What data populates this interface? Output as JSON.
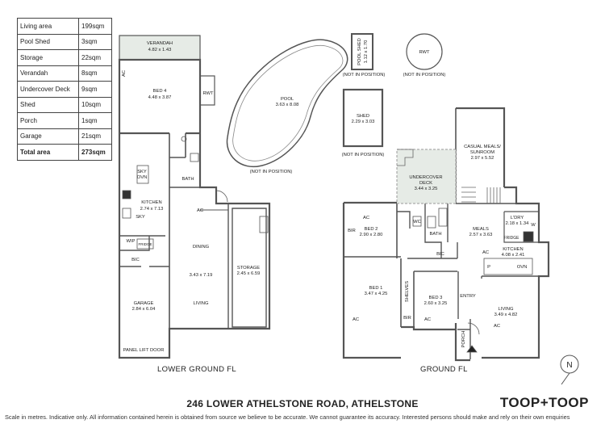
{
  "areas": [
    {
      "name": "Living area",
      "value": "199sqm"
    },
    {
      "name": "Pool Shed",
      "value": "3sqm"
    },
    {
      "name": "Storage",
      "value": "22sqm"
    },
    {
      "name": "Verandah",
      "value": "8sqm"
    },
    {
      "name": "Undercover Deck",
      "value": "9sqm"
    },
    {
      "name": "Shed",
      "value": "10sqm"
    },
    {
      "name": "Porch",
      "value": "1sqm"
    },
    {
      "name": "Garage",
      "value": "21sqm"
    }
  ],
  "total": {
    "name": "Total area",
    "value": "273sqm"
  },
  "rooms": {
    "verandah": {
      "name": "VERANDAH",
      "dim": "4.82 x 1.43"
    },
    "bed4": {
      "name": "BED 4",
      "dim": "4.48 x 3.87"
    },
    "rwt": "RWT",
    "bath": "BATH",
    "kitchen_lower": {
      "name": "KITCHEN",
      "dim": "2.74 x 7.13"
    },
    "dining": "DINING",
    "dining_living_dim": "3.43 x 7.19",
    "living_lower": "LIVING",
    "storage": {
      "name": "STORAGE",
      "dim": "2.45 x 6.59"
    },
    "garage": {
      "name": "GARAGE",
      "dim": "2.84 x 6.04"
    },
    "wip": "WIP",
    "fridge": "FRIDGE",
    "bic": "BIC",
    "ac": "AC",
    "sky": "SKY",
    "ovn": "OVN",
    "shelves": "SHELVES",
    "panel_lift_door": "PANEL LIFT DOOR",
    "pool": {
      "name": "POOL",
      "dim": "3.63 x 8.08"
    },
    "pool_shed": {
      "name": "POOL SHED",
      "dim": "1.12 x 1.70"
    },
    "shed": {
      "name": "SHED",
      "dim": "2.29 x 3.03"
    },
    "deck": {
      "name": "UNDERCOVER DECK",
      "name1": "UNDERCOVER",
      "name2": "DECK",
      "dim": "3.44 x 3.25"
    },
    "casual": {
      "name1": "CASUAL MEALS/",
      "name2": "SUNROOM",
      "dim": "2.97 x 5.52"
    },
    "bed2": {
      "name": "BED 2",
      "dim": "2.90 x 2.80"
    },
    "bir": "BIR",
    "wc": "WC",
    "meals": {
      "name": "MEALS",
      "dim": "2.57 x 3.63"
    },
    "ldry": {
      "name": "L'DRY",
      "dim": "2.18 x 1.34"
    },
    "w": "W",
    "kitchen_ground": {
      "name": "KITCHEN",
      "dim": "4.08 x 2.41"
    },
    "p": "P",
    "bed1": {
      "name": "BED 1",
      "dim": "3.47 x 4.25"
    },
    "bed3": {
      "name": "BED 3",
      "dim": "2.60 x 3.25"
    },
    "entry": "ENTRY",
    "living_ground": {
      "name": "LIVING",
      "dim": "3.49 x 4.82"
    },
    "porch": "PORCH",
    "not_in_position": "(NOT IN POSITION)"
  },
  "floor_labels": {
    "lower": "LOWER GROUND FL",
    "ground": "GROUND FL"
  },
  "north": "N",
  "address": "246 LOWER ATHELSTONE ROAD, ATHELSTONE",
  "brand": "TOOP+TOOP",
  "disclaimer": "Scale in metres. Indicative only. All information contained herein is obtained from source we believe to be accurate. We cannot guarantee its accuracy. Interested persons should make and rely on their own enquiries",
  "colors": {
    "wall": "#555555",
    "deck_fill": "#e6ebe6",
    "text": "#222222"
  }
}
